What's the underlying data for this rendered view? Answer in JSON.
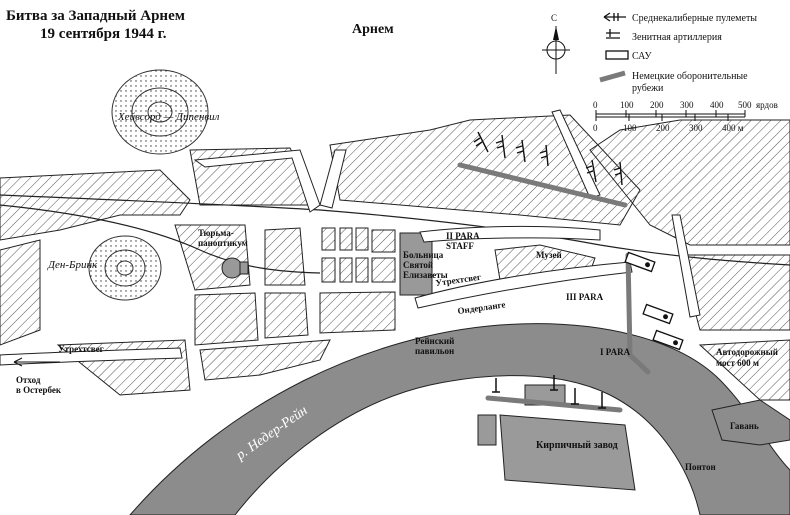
{
  "title": {
    "line1": "Битва за Западный Арнем",
    "line2": "19 сентября 1944 г."
  },
  "compass": {
    "north": "С"
  },
  "legend": {
    "items": [
      {
        "icon": "machine-gun-icon",
        "label": "Среднекалиберные пулеметы"
      },
      {
        "icon": "flak-gun-icon",
        "label": "Зенитная артиллерия"
      },
      {
        "icon": "assault-gun-icon",
        "label": "САУ"
      },
      {
        "icon": "defence-line-icon",
        "label": "Немецкие оборонительные",
        "label2": "рубежи"
      }
    ],
    "scale": {
      "yards": [
        "0",
        "100",
        "200",
        "300",
        "400",
        "500"
      ],
      "yards_unit": "ярдов",
      "meters": [
        "0",
        "100",
        "200",
        "300",
        "400 м"
      ]
    }
  },
  "labels": {
    "city": "Арнем",
    "heveadorp": "Хейвсорд — Дипенвил",
    "den_brink": "Ден-Бринк",
    "prison": [
      "Тюрьма-",
      "паноптикум"
    ],
    "hospital": [
      "Больница",
      "Святой",
      "Елизаветы"
    ],
    "ii_para": [
      "II PARA",
      "STAFF"
    ],
    "museum": "Музей",
    "iii_para": "III PARA",
    "i_para": "I PARA",
    "utrechtseweg_1": "Утрехтсвег",
    "utrechtseweg_2": "Утрехтсвег",
    "onderlangs": "Ондерланге",
    "rhine_pavilion": [
      "Рейнский",
      "павильон"
    ],
    "river": "р. Недер-Рейн",
    "brickworks": "Кирпичный завод",
    "withdraw": [
      "Отход",
      "в Остербек"
    ],
    "road_bridge": [
      "Автодорожный",
      "мост 600 м"
    ],
    "harbour": "Гавань",
    "pontoon": "Понтон"
  },
  "colors": {
    "river": "#8c8c8c",
    "hatch": "#555555",
    "ink": "#111111",
    "defence": "#7a7a7a"
  }
}
